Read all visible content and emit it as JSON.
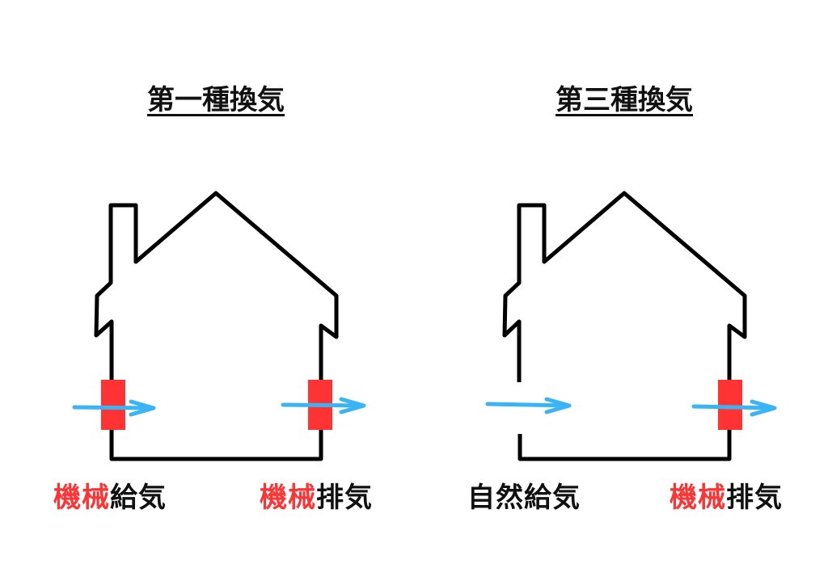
{
  "colors": {
    "device": "#ff3333",
    "airflow": "#3bb4f5",
    "outline": "#000000"
  },
  "panels": [
    {
      "title": "第一種換気",
      "supply": {
        "prefix": "機械",
        "suffix": "給気"
      },
      "exhaust": {
        "prefix": "機械",
        "suffix": "排気"
      }
    },
    {
      "title": "第三種換気",
      "supply": {
        "prefix": "自然",
        "suffix": "給気"
      },
      "exhaust": {
        "prefix": "機械",
        "suffix": "排気"
      }
    }
  ]
}
